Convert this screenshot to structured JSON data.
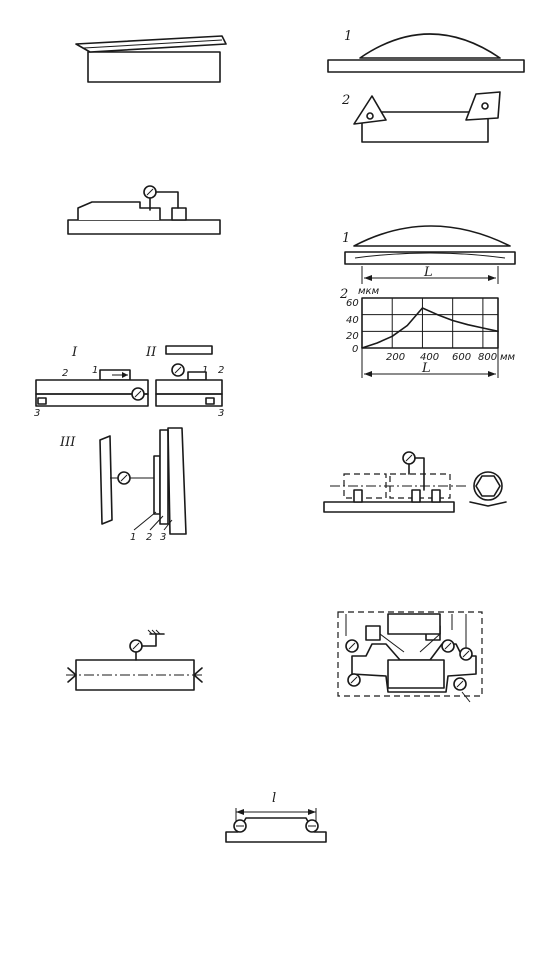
{
  "fig_top_right": {
    "label_1": "1",
    "label_2": "2"
  },
  "fig_deflection": {
    "label_1": "1",
    "label_2": "2",
    "length_label": "L"
  },
  "deflection_chart": {
    "unit_label": "мкм",
    "x_unit": "мм",
    "y_ticks": [
      "60",
      "40",
      "20",
      "0"
    ],
    "x_ticks": [
      "200",
      "400",
      "600",
      "800"
    ],
    "x_label": "L"
  },
  "fig_three_cases": {
    "case_I": "I",
    "case_II": "II",
    "case_III": "III",
    "label_1": "1",
    "label_2": "2",
    "label_3": "3"
  },
  "fig_bottom": {
    "width_label": "l"
  },
  "chart_data": {
    "type": "line",
    "x": [
      0,
      100,
      200,
      300,
      400,
      500,
      600,
      700,
      800,
      900
    ],
    "series": [
      {
        "values": [
          0,
          6,
          14,
          27,
          48,
          40,
          33,
          28,
          24,
          20
        ]
      }
    ],
    "xlabel": "L",
    "ylabel": "мкм",
    "x_unit": "мм",
    "xlim": [
      0,
      900
    ],
    "ylim": [
      0,
      60
    ],
    "grid": true
  },
  "colors": {
    "ink": "#1a1a1a",
    "paper": "#ffffff"
  }
}
